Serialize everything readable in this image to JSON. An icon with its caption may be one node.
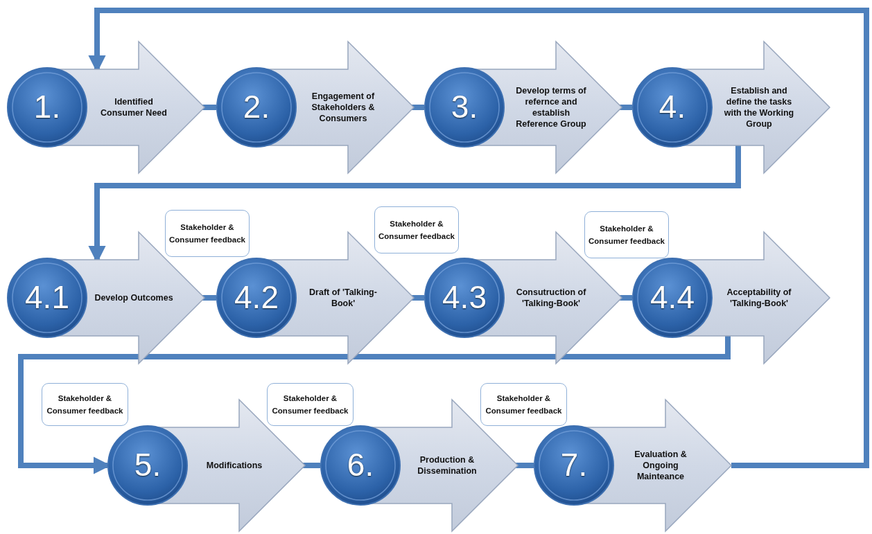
{
  "diagram": {
    "nodes": [
      {
        "text": [
          "1.",
          "Identified Consumer Need"
        ]
      },
      {
        "text": [
          "2.",
          "Engagement of Stakeholders & Consumers"
        ]
      },
      {
        "text": [
          "3.",
          "Develop terms of refernce and establish Reference Group"
        ]
      },
      {
        "text": [
          "4.",
          "Establish and define the tasks with the Working Group"
        ]
      },
      {
        "text": [
          "Stakeholder & Consumer feedback"
        ]
      },
      {
        "text": [
          "Stakeholder & Consumer feedback"
        ]
      },
      {
        "text": [
          "Stakeholder & Consumer feedback"
        ]
      },
      {
        "text": [
          "4.1",
          "Develop Outcomes"
        ]
      },
      {
        "text": [
          "4.2",
          "Draft of 'Talking-Book'"
        ]
      },
      {
        "text": [
          "4.3",
          "Consutruction of 'Talking-Book'"
        ]
      },
      {
        "text": [
          "4.4",
          "Acceptability of 'Talking-Book'"
        ]
      },
      {
        "text": [
          "Stakeholder & Consumer feedback"
        ]
      },
      {
        "text": [
          "Stakeholder & Consumer feedback"
        ]
      },
      {
        "text": [
          "Stakeholder & Consumer feedback"
        ]
      },
      {
        "text": [
          "5.",
          "Modifications"
        ]
      },
      {
        "text": [
          "6.",
          "Production & Dissemination"
        ]
      },
      {
        "text": [
          "7.",
          "Evaluation & Ongoing Mainteance"
        ]
      }
    ],
    "edges": [
      {
        "from": 0,
        "to": 1,
        "arrow": "none"
      },
      {
        "from": 1,
        "to": 2,
        "arrow": "none"
      },
      {
        "from": 2,
        "to": 3,
        "arrow": "none"
      },
      {
        "from": 3,
        "to": 7,
        "arrow": "to"
      },
      {
        "from": 7,
        "to": 8,
        "arrow": "none"
      },
      {
        "from": 8,
        "to": 9,
        "arrow": "none"
      },
      {
        "from": 9,
        "to": 10,
        "arrow": "none"
      },
      {
        "from": 10,
        "to": 14,
        "arrow": "to"
      },
      {
        "from": 14,
        "to": 15,
        "arrow": "none"
      },
      {
        "from": 15,
        "to": 16,
        "arrow": "none"
      },
      {
        "from": 16,
        "to": 0,
        "arrow": "to"
      }
    ]
  }
}
